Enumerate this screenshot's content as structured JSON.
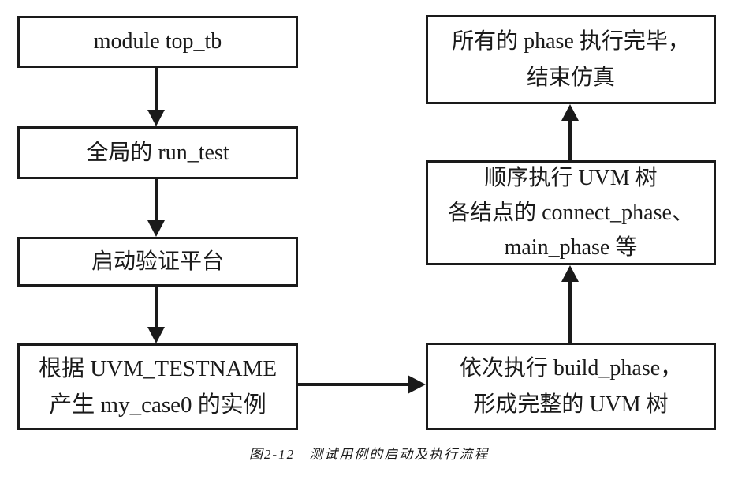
{
  "diagram": {
    "boxes": {
      "top_tb": {
        "label": "module top_tb"
      },
      "run_test": {
        "label": "全局的 run_test"
      },
      "start_platform": {
        "label": "启动验证平台"
      },
      "create_test": {
        "line1": "根据 UVM_TESTNAME",
        "line2": "产生 my_case0 的实例"
      },
      "build_phase": {
        "line1": "依次执行 build_phase，",
        "line2": "形成完整的 UVM 树"
      },
      "connect_phase": {
        "line1": "顺序执行 UVM 树",
        "line2": "各结点的 connect_phase、",
        "line3": "main_phase 等"
      },
      "phase_done": {
        "line1": "所有的 phase 执行完毕，",
        "line2": "结束仿真"
      }
    },
    "caption": {
      "number": "图2-12",
      "text": "测试用例的启动及执行流程"
    },
    "colors": {
      "line": "#1a1a1a",
      "background": "#ffffff"
    }
  }
}
